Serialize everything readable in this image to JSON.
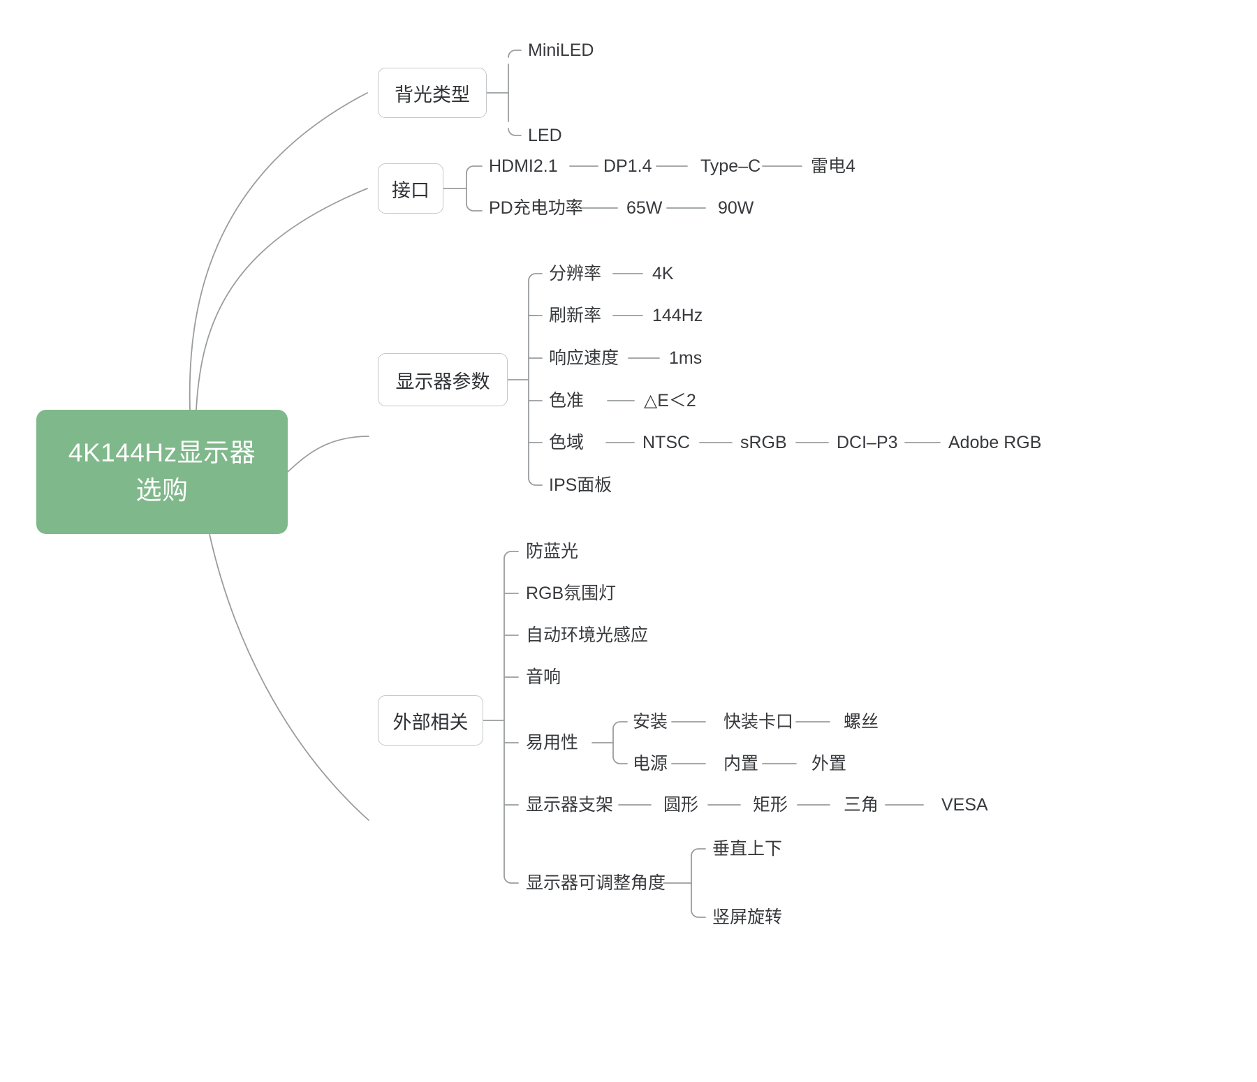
{
  "diagram": {
    "title": "4K144Hz显示器选购思维导图",
    "type": "mindmap",
    "orientation": "left-to-right",
    "colors": {
      "root_fill": "#7fb88a",
      "root_text": "#ffffff",
      "node_border": "#c3c7c9",
      "node_text": "#2f3336",
      "connector": "#9a9d9f",
      "background": "#ffffff"
    }
  },
  "root": {
    "label": "4K144Hz显示器选购",
    "line1": "4K144Hz显示器",
    "line2": "选购"
  },
  "branches": [
    {
      "id": "backlight",
      "label": "背光类型",
      "children": [
        {
          "label": "MiniLED",
          "children": []
        },
        {
          "label": "LED",
          "children": []
        }
      ]
    },
    {
      "id": "ports",
      "label": "接口",
      "children": [
        {
          "label": "HDMI2.1",
          "chain": [
            "DP1.4",
            "Type–C",
            "雷电4"
          ]
        },
        {
          "label": "PD充电功率",
          "chain": [
            "65W",
            "90W"
          ]
        }
      ]
    },
    {
      "id": "monitor-params",
      "label": "显示器参数",
      "children": [
        {
          "label": "分辨率",
          "chain": [
            "4K"
          ]
        },
        {
          "label": "刷新率",
          "chain": [
            "144Hz"
          ]
        },
        {
          "label": "响应速度",
          "chain": [
            "1ms"
          ]
        },
        {
          "label": "色准",
          "chain": [
            "△E＜2"
          ]
        },
        {
          "label": "色域",
          "chain": [
            "NTSC",
            "sRGB",
            "DCI–P3",
            "Adobe RGB"
          ]
        },
        {
          "label": "IPS面板",
          "chain": []
        }
      ]
    },
    {
      "id": "external",
      "label": "外部相关",
      "children": [
        {
          "label": "防蓝光",
          "chain": []
        },
        {
          "label": "RGB氛围灯",
          "chain": []
        },
        {
          "label": "自动环境光感应",
          "chain": []
        },
        {
          "label": "音响",
          "chain": []
        },
        {
          "label": "易用性",
          "chain": [],
          "children": [
            {
              "label": "安装",
              "chain": [
                "快装卡口",
                "螺丝"
              ]
            },
            {
              "label": "电源",
              "chain": [
                "内置",
                "外置"
              ]
            }
          ]
        },
        {
          "label": "显示器支架",
          "chain": [
            "圆形",
            "矩形",
            "三角",
            "VESA"
          ]
        },
        {
          "label": "显示器可调整角度",
          "chain": [],
          "children": [
            {
              "label": "垂直上下",
              "chain": []
            },
            {
              "label": "竖屏旋转",
              "chain": []
            }
          ]
        }
      ]
    }
  ],
  "labels": {
    "backlight_node": "背光类型",
    "backlight_c0": "MiniLED",
    "backlight_c1": "LED",
    "ports_node": "接口",
    "ports_r0_0": "HDMI2.1",
    "ports_r0_1": "DP1.4",
    "ports_r0_2": "Type–C",
    "ports_r0_3": "雷电4",
    "ports_r1_0": "PD充电功率",
    "ports_r1_1": "65W",
    "ports_r1_2": "90W",
    "params_node": "显示器参数",
    "params_r0_0": "分辨率",
    "params_r0_1": "4K",
    "params_r1_0": "刷新率",
    "params_r1_1": "144Hz",
    "params_r2_0": "响应速度",
    "params_r2_1": "1ms",
    "params_r3_0": "色准",
    "params_r3_1": "△E＜2",
    "params_r4_0": "色域",
    "params_r4_1": "NTSC",
    "params_r4_2": "sRGB",
    "params_r4_3": "DCI–P3",
    "params_r4_4": "Adobe RGB",
    "params_r5_0": "IPS面板",
    "ext_node": "外部相关",
    "ext_r0": "防蓝光",
    "ext_r1": "RGB氛围灯",
    "ext_r2": "自动环境光感应",
    "ext_r3": "音响",
    "ext_r4": "易用性",
    "ext_r4_a0": "安装",
    "ext_r4_a1": "快装卡口",
    "ext_r4_a2": "螺丝",
    "ext_r4_b0": "电源",
    "ext_r4_b1": "内置",
    "ext_r4_b2": "外置",
    "ext_r5_0": "显示器支架",
    "ext_r5_1": "圆形",
    "ext_r5_2": "矩形",
    "ext_r5_3": "三角",
    "ext_r5_4": "VESA",
    "ext_r6_0": "显示器可调整角度",
    "ext_r6_a": "垂直上下",
    "ext_r6_b": "竖屏旋转"
  }
}
